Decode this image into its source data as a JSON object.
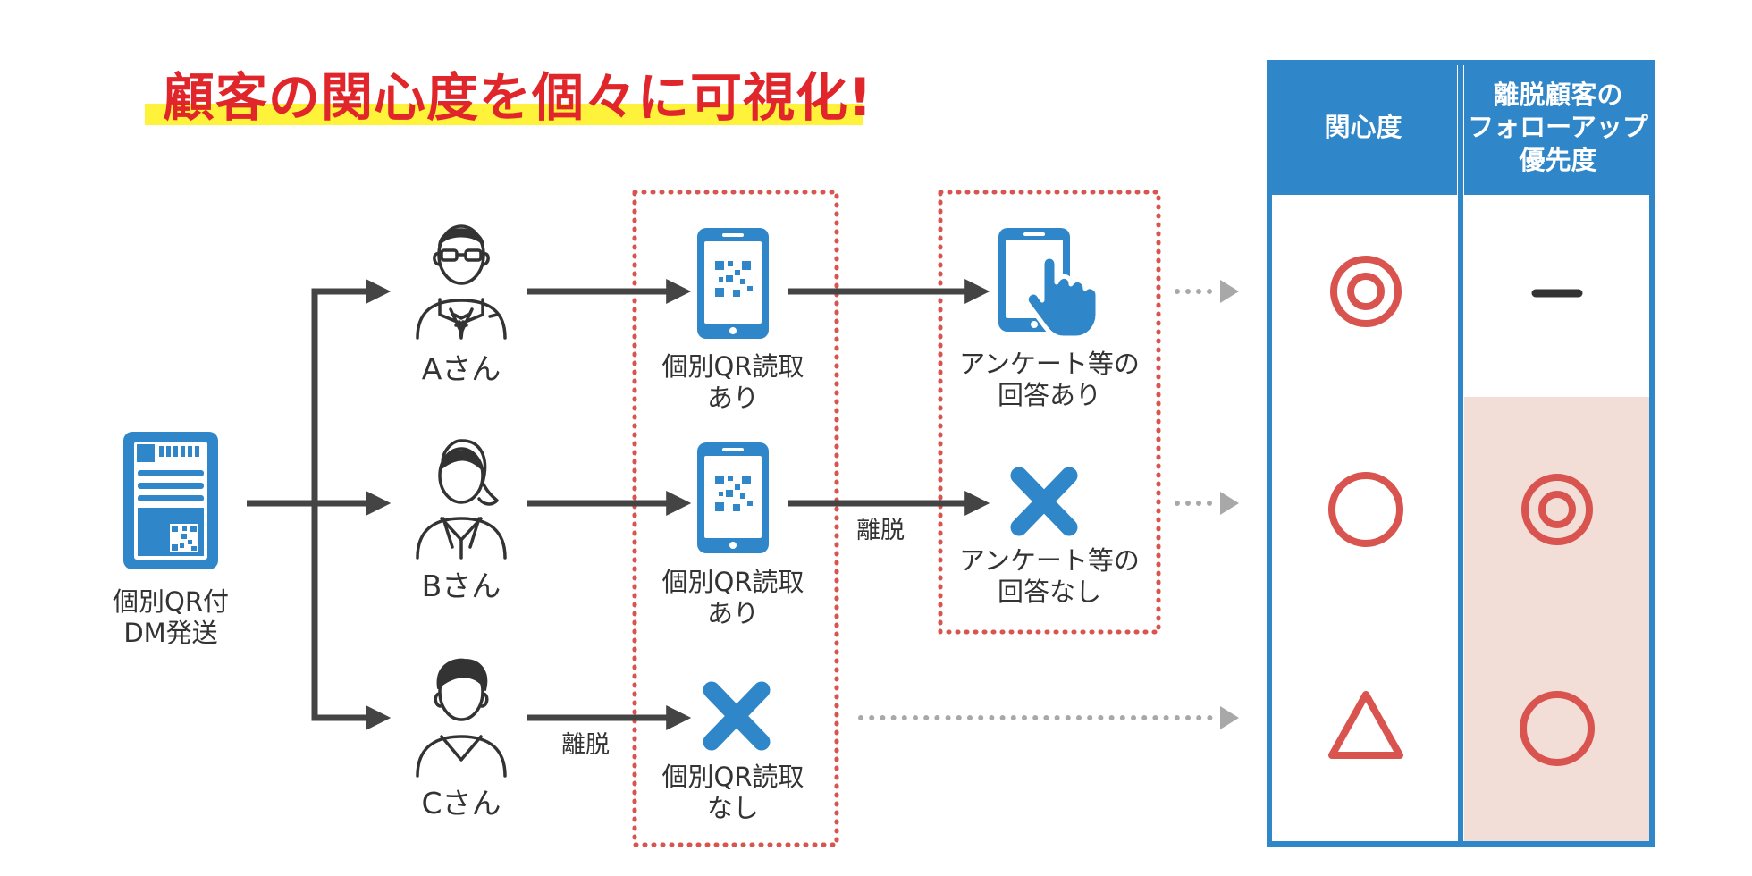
{
  "title": "顧客の関心度を個々に可視化!",
  "colors": {
    "title_red": "#e0262b",
    "highlight": "#fff23a",
    "accent_blue": "#2f86c8",
    "mark_red": "#d9534f",
    "arrow_dark": "#444444",
    "arrow_grey": "#a8a8a8",
    "priority_fill": "#f2ddd7"
  },
  "source": {
    "label_line1": "個別QR付",
    "label_line2": "DM発送",
    "icon": "dm-postcard-qr-icon"
  },
  "customers": [
    {
      "name": "Aさん",
      "avatar_icon": "businessman-with-glasses-icon",
      "scan": {
        "icon": "smartphone-qr-icon",
        "line1": "個別QR読取",
        "line2": "あり"
      },
      "scan_dropout": "",
      "answer": {
        "icon": "tablet-touch-hand-icon",
        "line1": "アンケート等の",
        "line2": "回答あり"
      },
      "answer_dropout": "",
      "interest": "double-circle",
      "followup": "dash"
    },
    {
      "name": "Bさん",
      "avatar_icon": "businesswoman-icon",
      "scan": {
        "icon": "smartphone-qr-icon",
        "line1": "個別QR読取",
        "line2": "あり"
      },
      "scan_dropout": "",
      "answer": {
        "icon": "cross-mark-icon",
        "line1": "アンケート等の",
        "line2": "回答なし"
      },
      "answer_dropout": "離脱",
      "interest": "circle",
      "followup": "double-circle"
    },
    {
      "name": "Cさん",
      "avatar_icon": "man-casual-icon",
      "scan": {
        "icon": "cross-mark-icon",
        "line1": "個別QR読取",
        "line2": "なし"
      },
      "scan_dropout": "離脱",
      "answer": null,
      "answer_dropout": "",
      "interest": "triangle",
      "followup": "circle"
    }
  ],
  "table": {
    "interest_header": "関心度",
    "followup_header_line1": "離脱顧客の",
    "followup_header_line2": "フォローアップ",
    "followup_header_line3": "優先度"
  }
}
